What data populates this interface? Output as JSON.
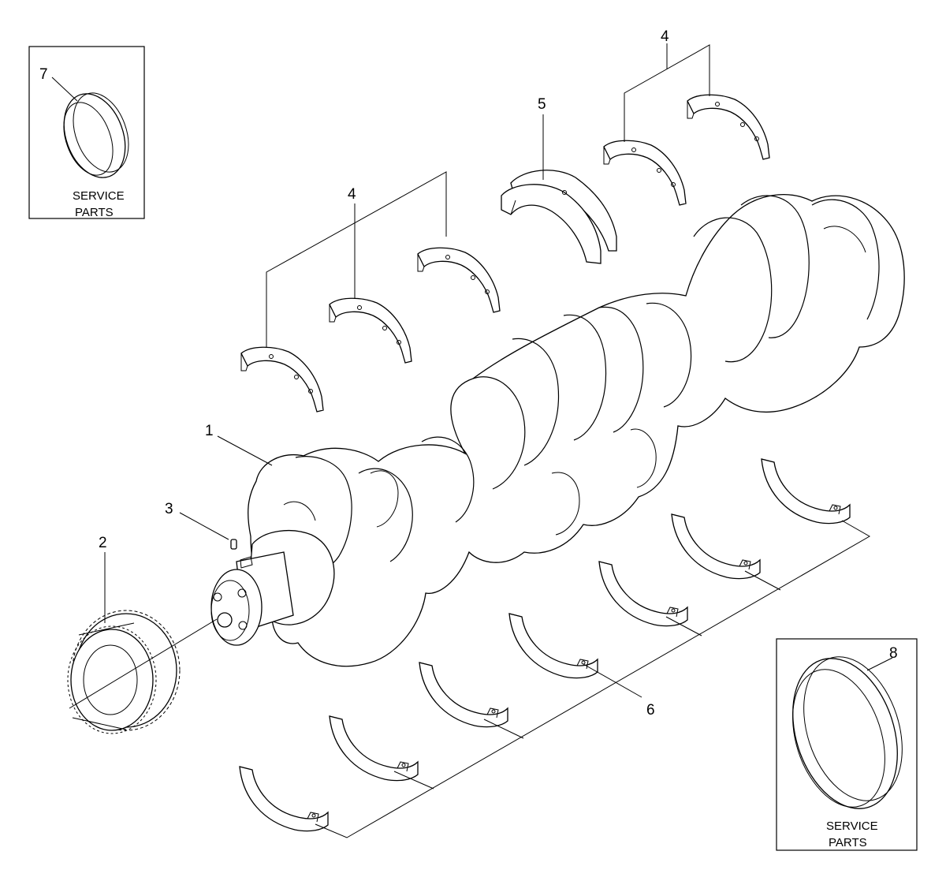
{
  "callouts": {
    "c1": "1",
    "c2": "2",
    "c3": "3",
    "c4a": "4",
    "c4b": "4",
    "c5": "5",
    "c6": "6",
    "c7": "7",
    "c8": "8"
  },
  "service_box_7": {
    "line1": "SERVICE",
    "line2": "PARTS"
  },
  "service_box_8": {
    "line1": "SERVICE",
    "line2": "PARTS"
  }
}
